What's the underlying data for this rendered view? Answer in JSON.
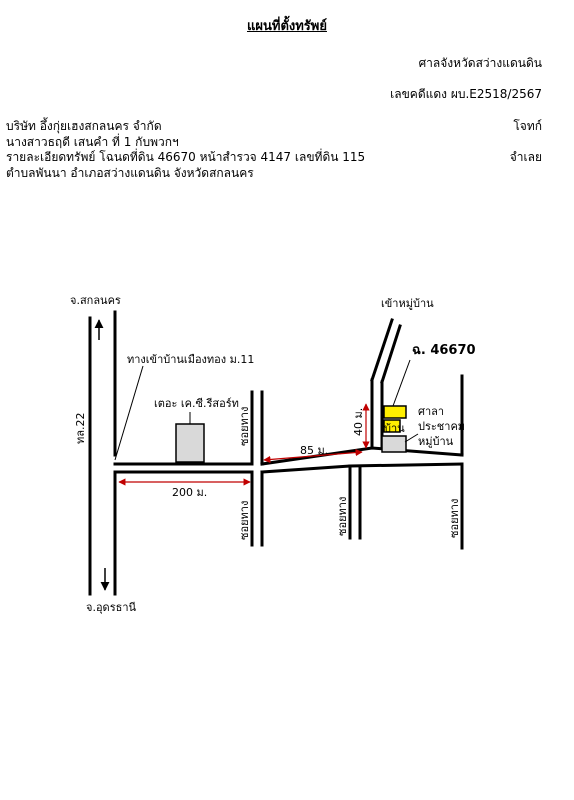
{
  "header": {
    "title": "แผนที่ตั้งทรัพย์",
    "court": "ศาลจังหวัดสว่างแดนดิน",
    "case_no": "เลขคดีแดง ผบ.E2518/2567",
    "plaintiff": "บริษัท อึ้งกุ่ยเฮงสกลนคร จำกัด",
    "plaintiff_role": "โจทก์",
    "defendant": "นางสาวธฤดี  เสนคำ  ที่ 1 กับพวกฯ",
    "property_detail": "รายละเอียดทรัพย์ โฉนดที่ดิน 46670 หน้าสำรวจ 4147 เลขที่ดิน 115",
    "defendant_role": "จำเลย",
    "location": "ตำบลพันนา  อำเภอสว่างแดนดิน  จังหวัดสกลนคร"
  },
  "map": {
    "to_north": "จ.สกลนคร",
    "to_south": "จ.อุดรธานี",
    "highway": "ทล.22",
    "village_road": "ทางเข้าบ้านเมืองทอง ม.11",
    "store": "เตอะ เค.ซี.รีสอร์ท",
    "alley_1": "ซอยทาง",
    "alley_2": "ซอยทาง",
    "alley_3": "ซอยทาง",
    "alley_4": "ซอยทาง",
    "dist_200": "200 ม.",
    "dist_85": "85 ม.",
    "dist_40": "40 ม.",
    "to_village": "เข้าหมู่บ้าน",
    "deed_label": "ฉ. 46670",
    "house": "บ้าน",
    "hall_1": "ศาลา",
    "hall_2": "ประชาคม",
    "hall_3": "หมู่บ้าน",
    "colors": {
      "plot": "#ffee00",
      "building": "#d9d9d9",
      "arrow": "#c00000"
    }
  }
}
